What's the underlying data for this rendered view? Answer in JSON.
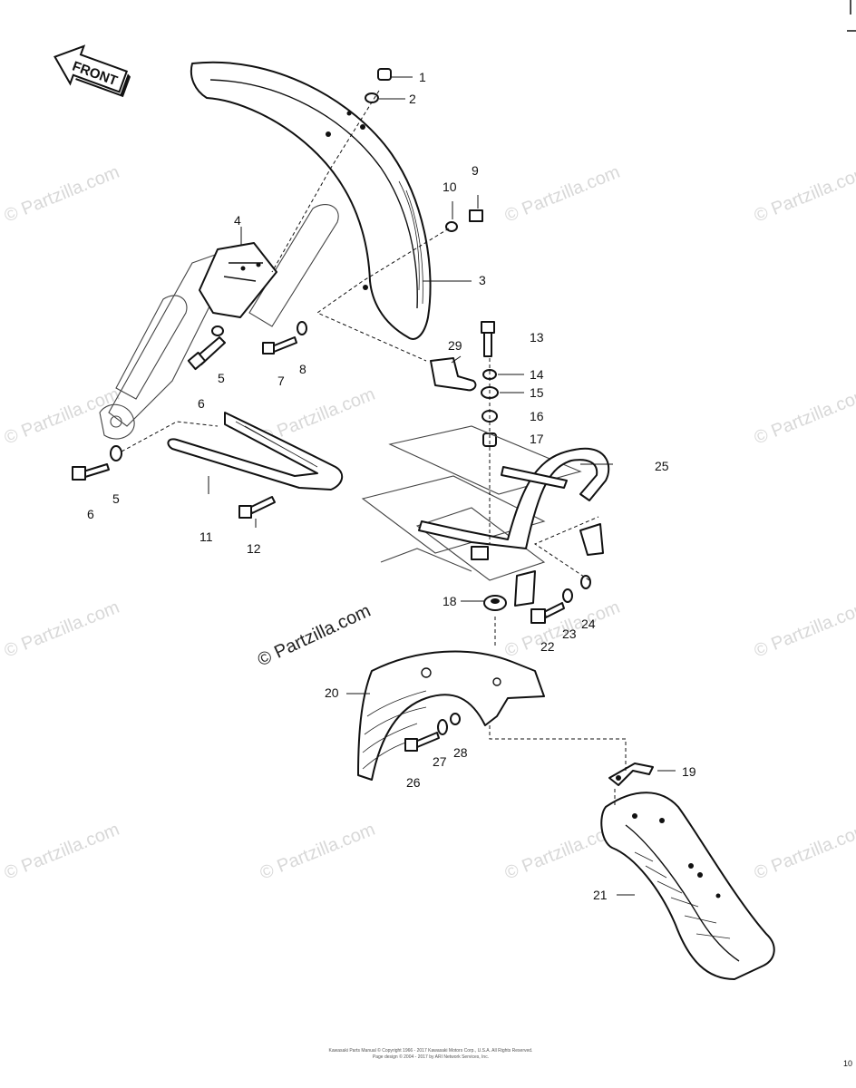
{
  "diagram": {
    "direction_arrow": "FRONT",
    "watermark": "© Partzilla.com",
    "callouts": {
      "c1": "1",
      "c2": "2",
      "c3": "3",
      "c4": "4",
      "c5a": "5",
      "c5b": "5",
      "c6a": "6",
      "c6b": "6",
      "c7": "7",
      "c8": "8",
      "c9": "9",
      "c10": "10",
      "c11": "11",
      "c12": "12",
      "c13": "13",
      "c14": "14",
      "c15": "15",
      "c16": "16",
      "c17": "17",
      "c18": "18",
      "c19": "19",
      "c20": "20",
      "c21": "21",
      "c22": "22",
      "c23": "23",
      "c24": "24",
      "c25": "25",
      "c26": "26",
      "c27": "27",
      "c28": "28",
      "c29": "29"
    }
  },
  "footer": {
    "line1": "Kawasaki Parts Manual © Copyright 1966 - 2017  Kawasaki Motors Corp., U.S.A.  All Rights Reserved.",
    "line2": "Page design © 2004 - 2017 by ARI Network Services, Inc."
  },
  "page_number": "10"
}
